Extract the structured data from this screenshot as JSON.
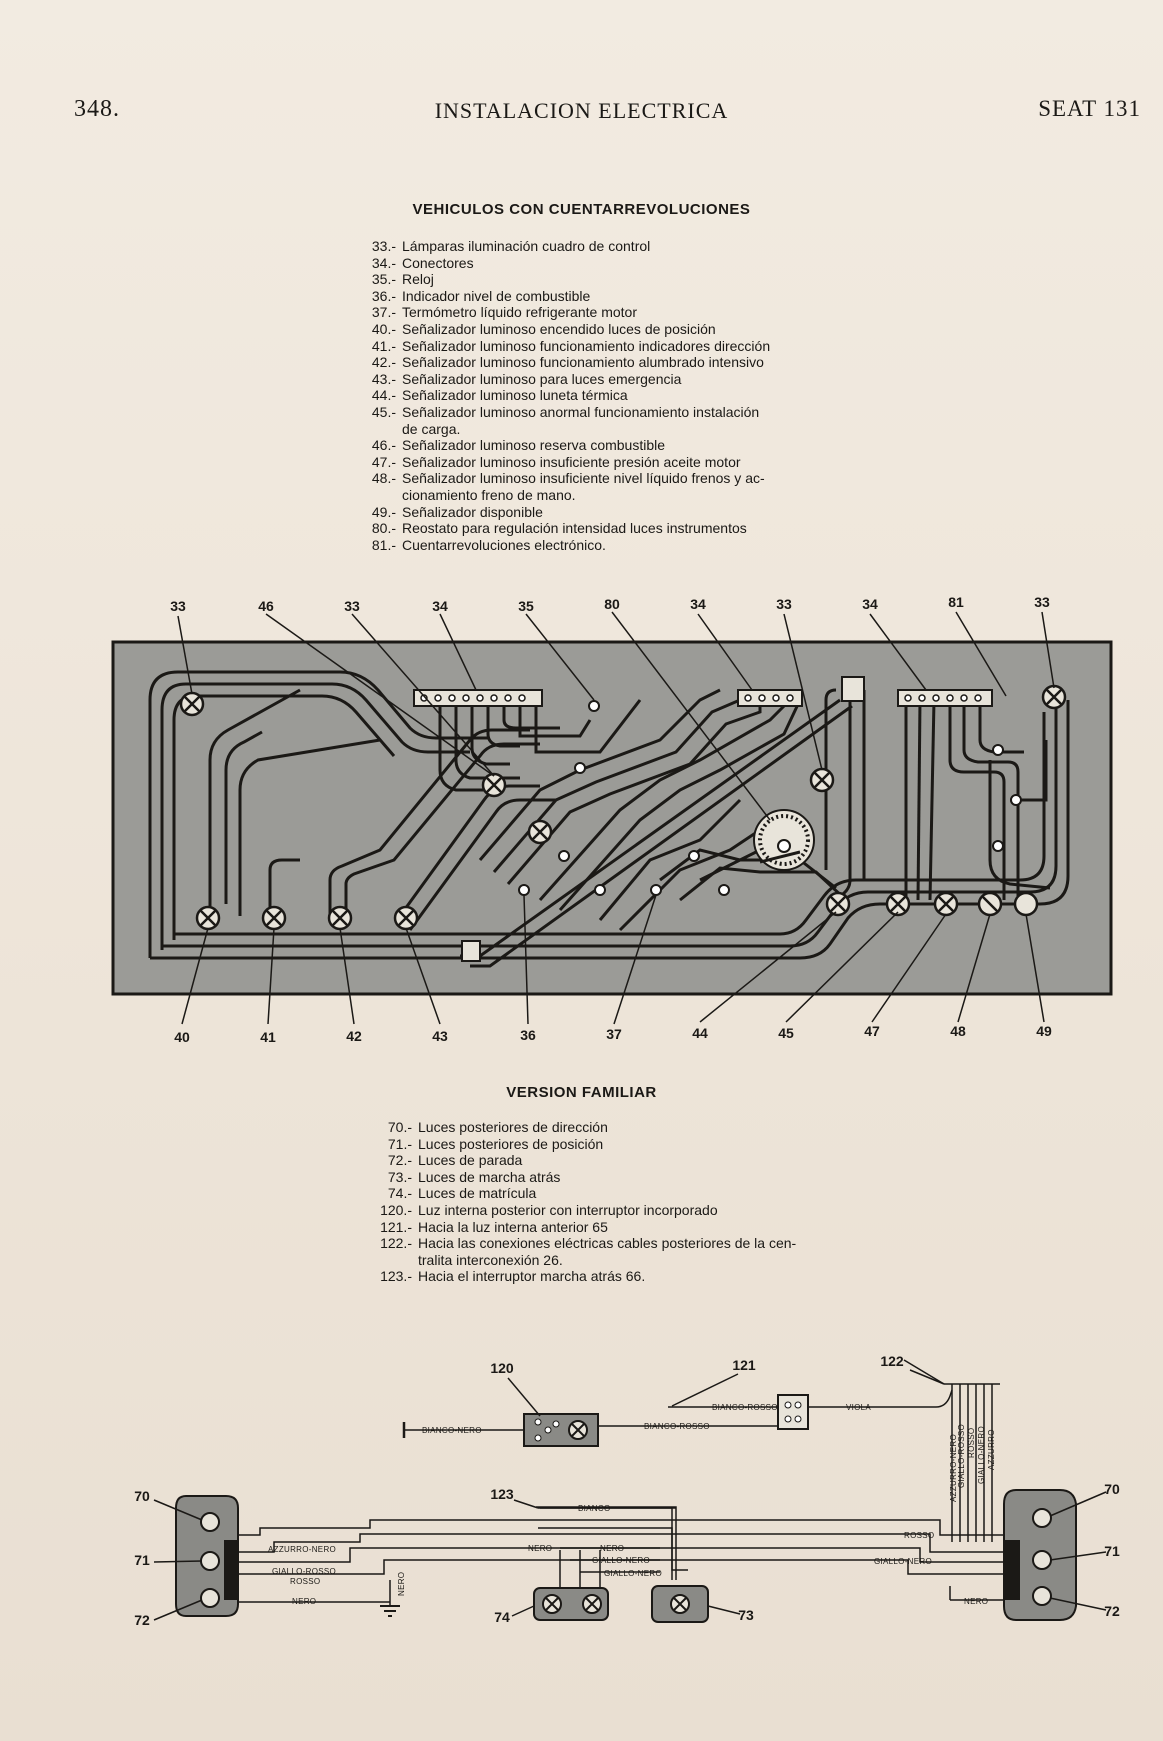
{
  "header": {
    "page_number": "348.",
    "title": "INSTALACION ELECTRICA",
    "model": "SEAT 131"
  },
  "section1": {
    "title": "VEHICULOS CON CUENTARREVOLUCIONES",
    "legend": [
      {
        "n": "33.-",
        "t": "Lámparas iluminación cuadro de control"
      },
      {
        "n": "34.-",
        "t": "Conectores"
      },
      {
        "n": "35.-",
        "t": "Reloj"
      },
      {
        "n": "36.-",
        "t": "Indicador nivel de combustible"
      },
      {
        "n": "37.-",
        "t": "Termómetro líquido refrigerante motor"
      },
      {
        "n": "40.-",
        "t": "Señalizador luminoso encendido luces de posición"
      },
      {
        "n": "41.-",
        "t": "Señalizador luminoso funcionamiento indicadores dirección"
      },
      {
        "n": "42.-",
        "t": "Señalizador luminoso funcionamiento alumbrado intensivo"
      },
      {
        "n": "43.-",
        "t": "Señalizador luminoso para luces emergencia"
      },
      {
        "n": "44.-",
        "t": "Señalizador luminoso luneta térmica"
      },
      {
        "n": "45.-",
        "t": "Señalizador luminoso anormal funcionamiento instalación"
      },
      {
        "n": "",
        "t": "de carga."
      },
      {
        "n": "46.-",
        "t": "Señalizador luminoso reserva combustible"
      },
      {
        "n": "47.-",
        "t": "Señalizador luminoso insuficiente presión aceite motor"
      },
      {
        "n": "48.-",
        "t": "Señalizador luminoso insuficiente nivel líquido frenos y ac-"
      },
      {
        "n": "",
        "t": "cionamiento freno de mano."
      },
      {
        "n": "49.-",
        "t": "Señalizador disponible"
      },
      {
        "n": "80.-",
        "t": "Reostato para regulación intensidad luces instrumentos"
      },
      {
        "n": "81.-",
        "t": "Cuentarrevoluciones electrónico."
      }
    ],
    "callouts_top": [
      "33",
      "46",
      "33",
      "34",
      "35",
      "80",
      "34",
      "33",
      "34",
      "81",
      "33"
    ],
    "callouts_bottom": [
      "40",
      "41",
      "42",
      "43",
      "36",
      "37",
      "44",
      "45",
      "47",
      "48",
      "49"
    ]
  },
  "section2": {
    "title": "VERSION FAMILIAR",
    "legend": [
      {
        "n": "70.-",
        "t": "Luces posteriores de dirección"
      },
      {
        "n": "71.-",
        "t": "Luces posteriores de posición"
      },
      {
        "n": "72.-",
        "t": "Luces de parada"
      },
      {
        "n": "73.-",
        "t": "Luces de marcha atrás"
      },
      {
        "n": "74.-",
        "t": "Luces de matrícula"
      },
      {
        "n": "120.-",
        "t": "Luz interna posterior con interruptor incorporado"
      },
      {
        "n": "121.-",
        "t": "Hacia la luz interna anterior 65"
      },
      {
        "n": "122.-",
        "t": "Hacia las conexiones eléctricas cables posteriores de la cen-"
      },
      {
        "n": "",
        "t": "tralita interconexión 26."
      },
      {
        "n": "123.-",
        "t": "Hacia el interruptor marcha atrás 66."
      }
    ],
    "callouts": {
      "c120": "120",
      "c121": "121",
      "c122": "122",
      "c123": "123",
      "c70l": "70",
      "c71l": "71",
      "c72l": "72",
      "c70r": "70",
      "c71r": "71",
      "c72r": "72",
      "c74": "74",
      "c73": "73"
    },
    "wires": {
      "bianco_nero": "BIANCO-NERO",
      "bianco_rosso_1": "BIANCO-ROSSO",
      "bianco_rosso_2": "BIANCO-ROSSO",
      "viola": "VIOLA",
      "bianco": "BIANCO",
      "azzurro_nero": "AZZURRO-NERO",
      "giallo_rosso": "GIALLO-ROSSO",
      "rosso_l": "ROSSO",
      "nero_l": "NERO",
      "nero_v": "NERO",
      "nero_a": "NERO",
      "nero_b": "NERO",
      "giallo_nero_a": "GIALLO-NERO",
      "giallo_nero_b": "GIALLO-NERO",
      "rosso_r": "ROSSO",
      "giallo_nero_r": "GIALLO-NERO",
      "nero_r": "NERO",
      "v_azzurro_nero": "AZZURRO-NERO",
      "v_giallo_rosso": "GIALLO-ROSSO",
      "v_rosso": "ROSSO",
      "v_giallo_nero": "GIALLO-NERO",
      "v_azzurro": "AZZURRO"
    }
  }
}
